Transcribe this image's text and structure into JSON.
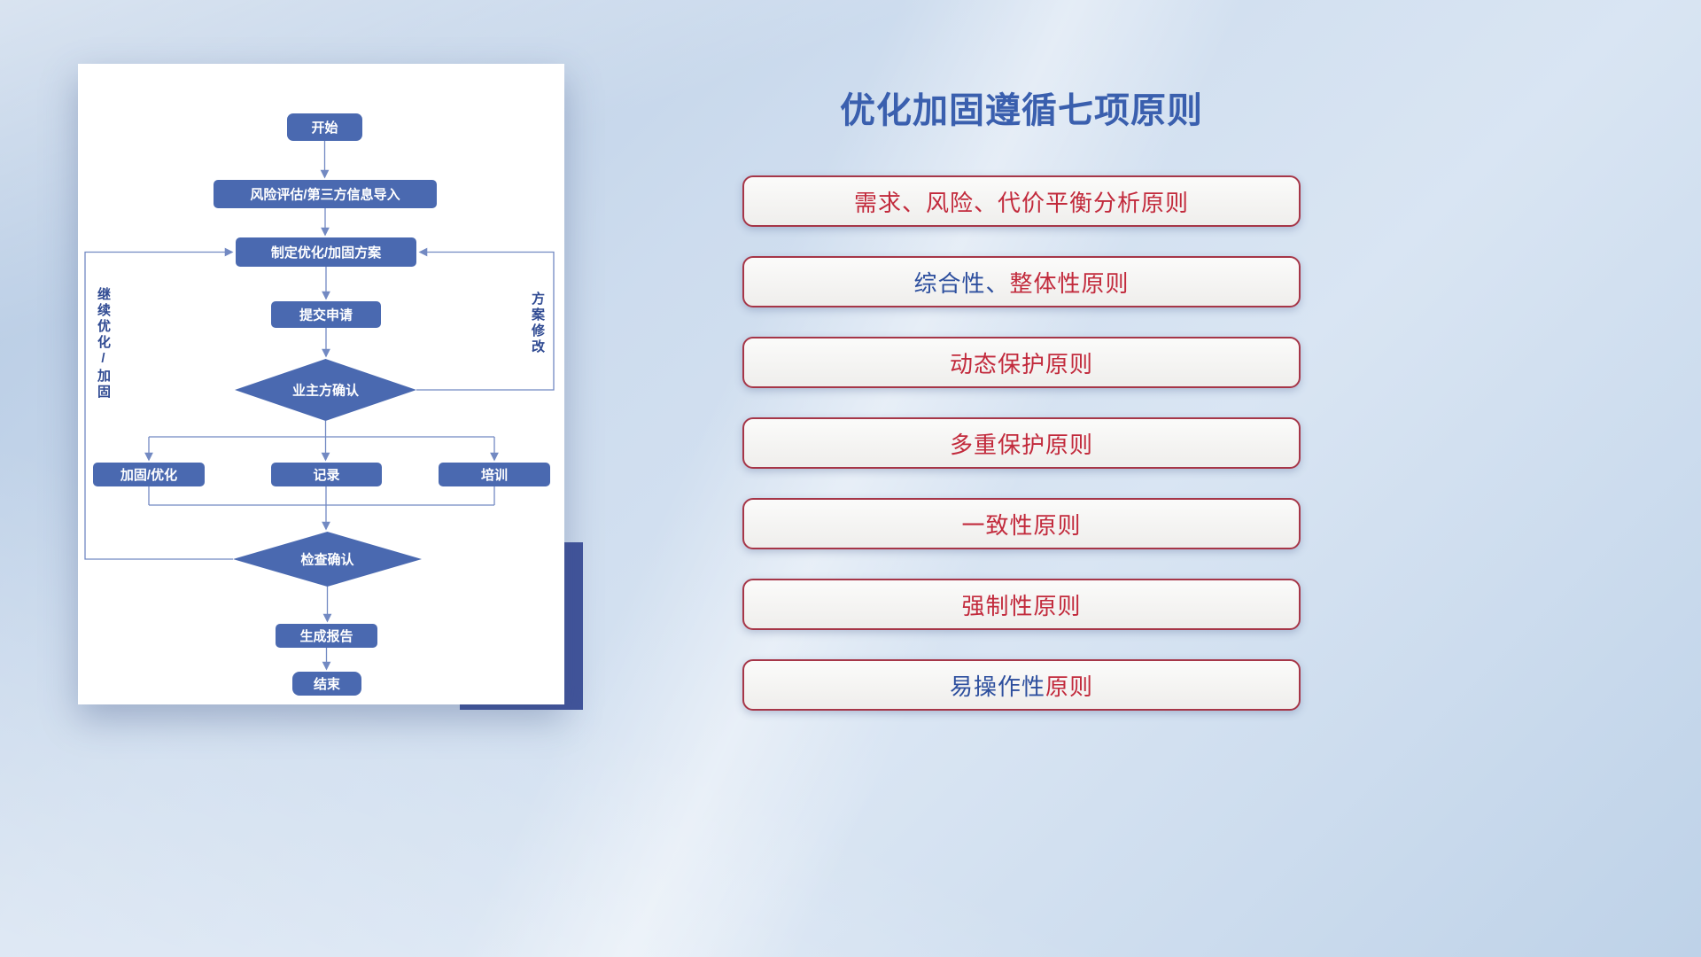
{
  "title": "优化加固遵循七项原则",
  "colors": {
    "red": "#c22a3c",
    "blue": "#2d4f9e",
    "node_fill": "#4a69b0",
    "edge_line": "#7289c2",
    "title_blue": "#3a5fae",
    "accent_block": "#41549b"
  },
  "flowchart": {
    "nodes": {
      "start": "开始",
      "risk": "风险评估/第三方信息导入",
      "plan": "制定优化/加固方案",
      "submit": "提交申请",
      "owner_confirm": "业主方确认",
      "reinforce": "加固/优化",
      "record": "记录",
      "training": "培训",
      "check_confirm": "检查确认",
      "report": "生成报告",
      "end": "结束"
    },
    "edge_labels": {
      "continue": "继续优化/加固",
      "modify": "方案修改"
    }
  },
  "principles": {
    "items": [
      {
        "segments": [
          {
            "text": "需求、风险、代价平衡分析原则",
            "color": "red"
          }
        ]
      },
      {
        "segments": [
          {
            "text": "综合性、",
            "color": "blue"
          },
          {
            "text": "整体性原则",
            "color": "red"
          }
        ]
      },
      {
        "segments": [
          {
            "text": "动态保护原则",
            "color": "red"
          }
        ]
      },
      {
        "segments": [
          {
            "text": "多重保护原则",
            "color": "red"
          }
        ]
      },
      {
        "segments": [
          {
            "text": "一致性原则",
            "color": "red"
          }
        ]
      },
      {
        "segments": [
          {
            "text": "强制性原则",
            "color": "red"
          }
        ]
      },
      {
        "segments": [
          {
            "text": "易操作性",
            "color": "blue"
          },
          {
            "text": "原则",
            "color": "red"
          }
        ]
      }
    ]
  }
}
